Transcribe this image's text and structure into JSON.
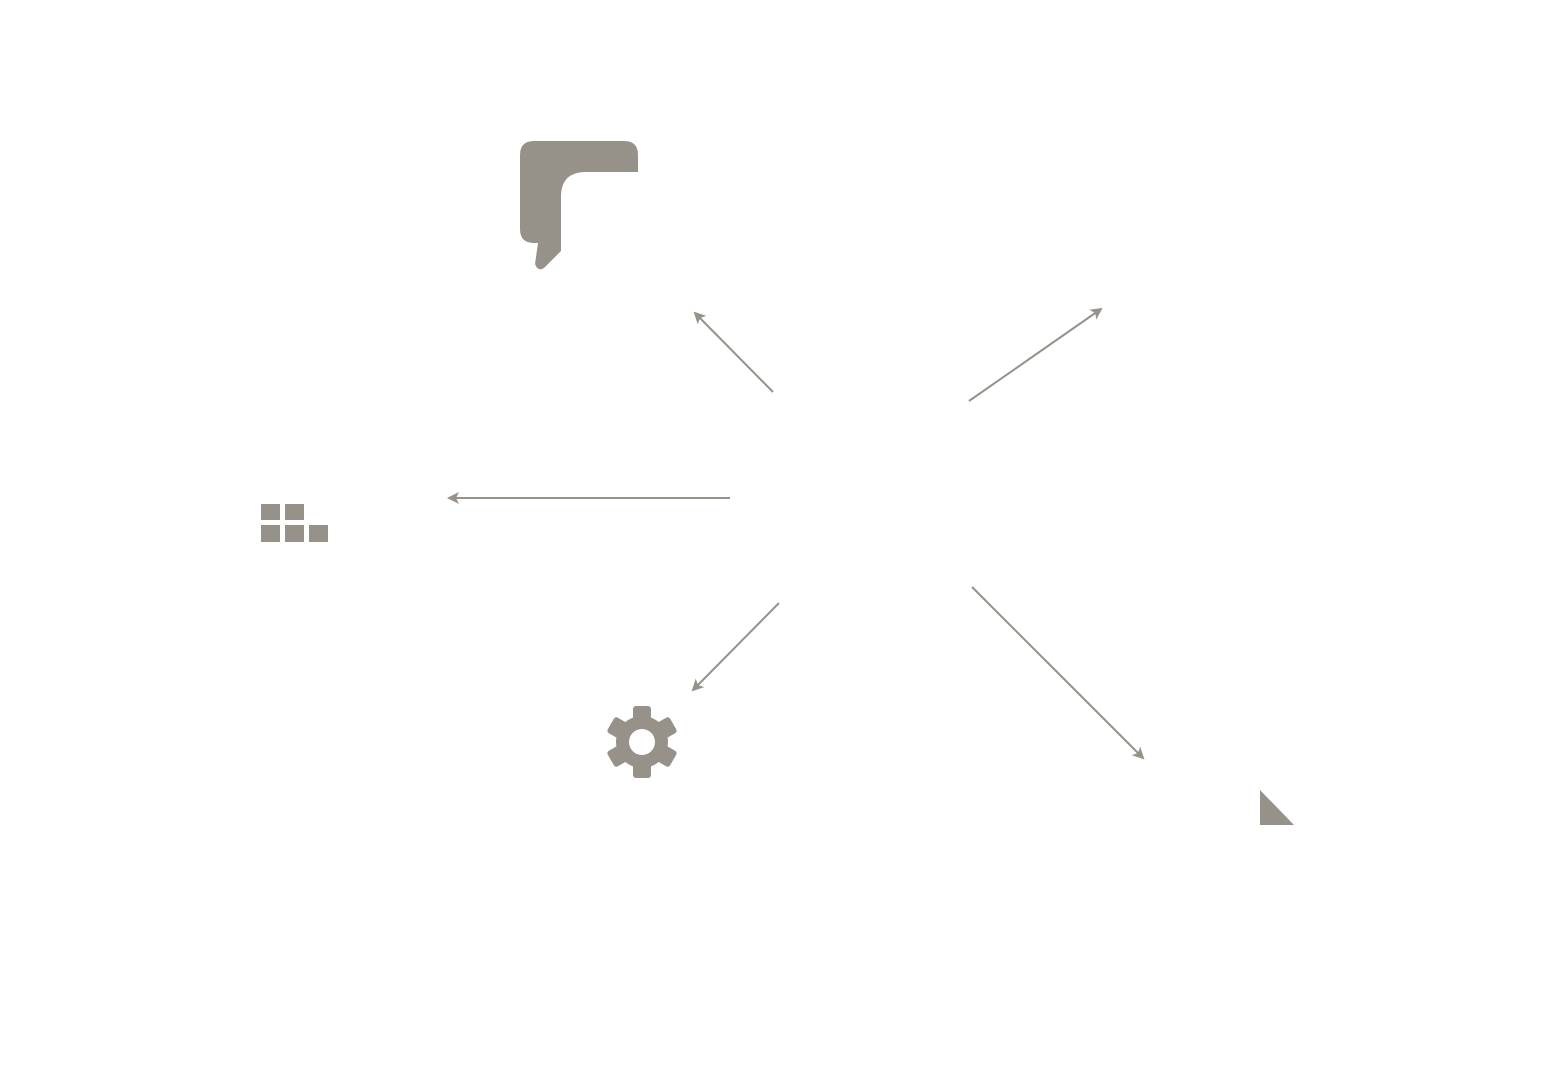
{
  "colors": {
    "background": "#ffffff",
    "glyph": "#96928a",
    "arrow": "#96928a"
  },
  "diagram": {
    "center_node": {
      "label": ""
    },
    "nodes": [
      {
        "id": "node-top-left",
        "icon": "corner-bracket-icon"
      },
      {
        "id": "node-left",
        "icon": "grid-blocks-icon"
      },
      {
        "id": "node-bottom-left",
        "icon": "gear-icon"
      },
      {
        "id": "node-bottom-right",
        "icon": "corner-triangle-icon"
      }
    ],
    "edges": [
      {
        "from": "center",
        "to": "node-top-left",
        "direction": "up-left"
      },
      {
        "from": "center",
        "to": "upper-right",
        "direction": "up-right"
      },
      {
        "from": "center",
        "to": "node-left",
        "direction": "left"
      },
      {
        "from": "center",
        "to": "node-bottom-left",
        "direction": "down-left"
      },
      {
        "from": "center",
        "to": "node-bottom-right",
        "direction": "down-right"
      }
    ]
  }
}
